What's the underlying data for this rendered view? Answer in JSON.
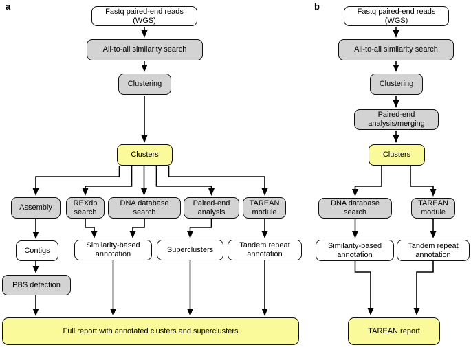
{
  "panels": {
    "a": {
      "label": "a",
      "nodes": {
        "fastq_reads": "Fastq paired-end reads\n(WGS)",
        "all_to_all": "All-to-all similarity search",
        "clustering": "Clustering",
        "clusters": "Clusters",
        "assembly": "Assembly",
        "rexdb_search": "REXdb\nsearch",
        "dna_database_search": "DNA database\nsearch",
        "paired_end_analysis": "Paired-end\nanalysis",
        "tarean_module": "TAREAN\nmodule",
        "contigs": "Contigs",
        "similarity_annotation": "Similarity-based\nannotation",
        "superclusters": "Superclusters",
        "tandem_annotation": "Tandem repeat\nannotation",
        "pbs_detection": "PBS detection",
        "full_report": "Full report with annotated clusters and superclusters"
      }
    },
    "b": {
      "label": "b",
      "nodes": {
        "fastq_reads": "Fastq paired-end reads\n(WGS)",
        "all_to_all": "All-to-all similarity search",
        "clustering": "Clustering",
        "paired_end_merging": "Paired-end\nanalysis/merging",
        "clusters": "Clusters",
        "dna_database_search": "DNA database\nsearch",
        "tarean_module": "TAREAN\nmodule",
        "similarity_annotation": "Similarity-based\nannotation",
        "tandem_annotation": "Tandem repeat\nannotation",
        "tarean_report": "TAREAN report"
      }
    },
    "legend_colors": {
      "process_box_gray": "#d3d3d3",
      "result_box_yellow": "#fafa9b",
      "input_output_box_white": "#ffffff",
      "line_and_border": "#000000"
    }
  }
}
